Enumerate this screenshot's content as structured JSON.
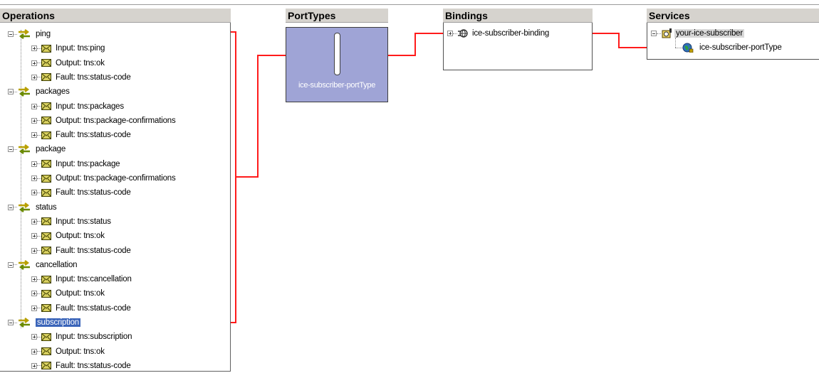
{
  "operations": {
    "title": "Operations",
    "items": [
      {
        "name": "ping",
        "messages": [
          "Input: tns:ping",
          "Output: tns:ok",
          "Fault: tns:status-code"
        ]
      },
      {
        "name": "packages",
        "messages": [
          "Input: tns:packages",
          "Output: tns:package-confirmations",
          "Fault: tns:status-code"
        ]
      },
      {
        "name": "package",
        "messages": [
          "Input: tns:package",
          "Output: tns:package-confirmations",
          "Fault: tns:status-code"
        ]
      },
      {
        "name": "status",
        "messages": [
          "Input: tns:status",
          "Output: tns:ok",
          "Fault: tns:status-code"
        ]
      },
      {
        "name": "cancellation",
        "messages": [
          "Input: tns:cancellation",
          "Output: tns:ok",
          "Fault: tns:status-code"
        ]
      },
      {
        "name": "subscription",
        "messages": [
          "Input: tns:subscription",
          "Output: tns:ok",
          "Fault: tns:status-code"
        ],
        "selected": true
      }
    ]
  },
  "porttypes": {
    "title": "PortTypes",
    "item_label": "ice-subscriber-portType"
  },
  "bindings": {
    "title": "Bindings",
    "item_label": "ice-subscriber-binding"
  },
  "services": {
    "title": "Services",
    "service_label": "your-ice-subscriber",
    "port_label": "ice-subscriber-portType"
  },
  "colors": {
    "connector": "#ff1b1b",
    "porttype_fill": "#9fa4d6",
    "header_bg": "#d6d3ce",
    "selection": "#3a64b9",
    "operation_icon": "#b8a000",
    "envelope": "#d8d060"
  },
  "icons": {
    "operation": "swap-arrows-icon",
    "message": "envelope-icon",
    "binding": "binding-globe-icon",
    "service": "service-icon",
    "port": "globe-icon"
  }
}
